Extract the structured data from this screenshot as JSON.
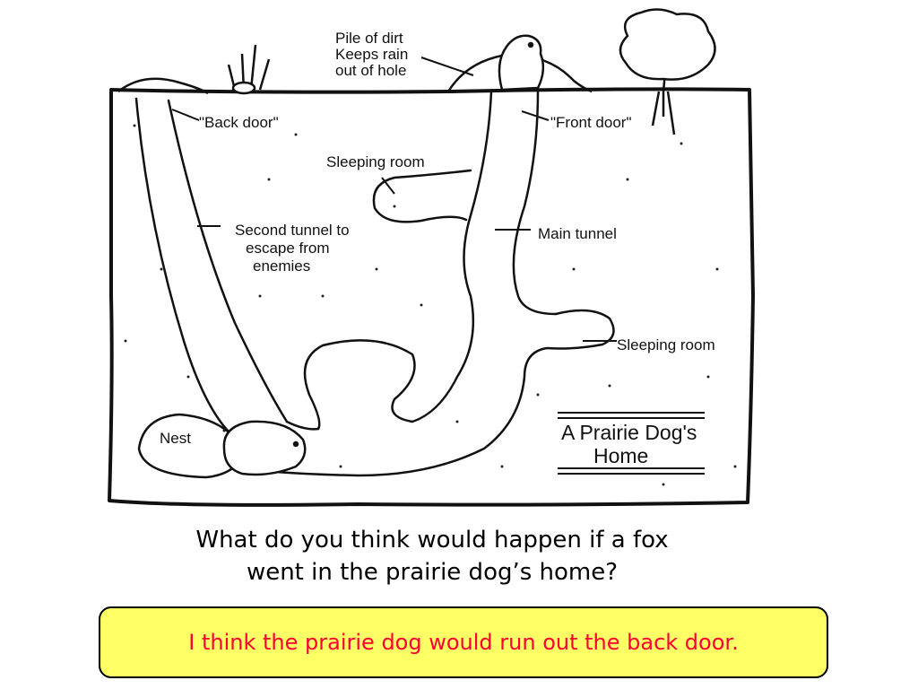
{
  "diagram": {
    "labels": {
      "pile_line1": "Pile of dirt",
      "pile_line2": "Keeps rain",
      "pile_line3": "out of hole",
      "back_door": "\"Back door\"",
      "front_door": "\"Front door\"",
      "sleeping_room_upper": "Sleeping room",
      "second_tunnel_line1": "Second tunnel to",
      "second_tunnel_line2": "escape from",
      "second_tunnel_line3": "enemies",
      "main_tunnel": "Main tunnel",
      "sleeping_room_lower": "Sleeping room",
      "nest": "Nest",
      "title_line1": "A Prairie Dog's",
      "title_line2": "Home"
    }
  },
  "question": {
    "line1": "What do you think would happen if a fox",
    "line2": "went in the prairie dog’s home?"
  },
  "answer": {
    "text": "I think the prairie dog would run out the back door."
  }
}
